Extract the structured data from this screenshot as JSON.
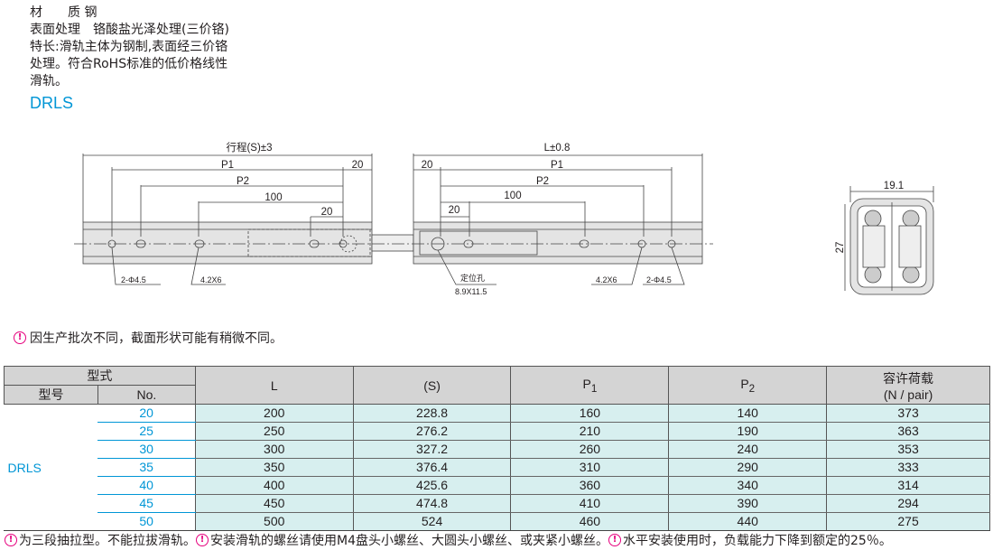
{
  "spec": {
    "material": "材　　质 钢",
    "surface": "表面处理　铬酸盐光泽处理(三价铬)",
    "feature_line1": "特长:滑轨主体为钢制,表面经三价铬",
    "feature_line2": "处理。符合RoHS标准的低价格线性",
    "feature_line3": "滑轨。"
  },
  "series_title": "DRLS",
  "drawing": {
    "stroke_label": "行程(S)±3",
    "length_label": "L±0.8",
    "p1": "P1",
    "p2": "P2",
    "dim_20a": "20",
    "dim_20b": "20",
    "dim_20c": "20",
    "dim_20d": "20",
    "dim_100a": "100",
    "dim_100b": "100",
    "hole_left": "2-Φ4.5",
    "slot_left": "4.2X6",
    "locate_hole": "定位孔",
    "locate_size": "8.9X11.5",
    "slot_right": "4.2X6",
    "hole_right": "2-Φ4.5",
    "section_width": "19.1",
    "section_height": "27"
  },
  "note": "因生产批次不同，截面形状可能有稍微不同。",
  "table": {
    "h_type": "型式",
    "h_model": "型号",
    "h_no": "No.",
    "h_L": "L",
    "h_S": "(S)",
    "h_P1": "P",
    "h_P1_sub": "1",
    "h_P2": "P",
    "h_P2_sub": "2",
    "h_load": "容许荷载",
    "h_load_unit": "(N / pair)",
    "model": "DRLS",
    "rows": [
      {
        "no": "20",
        "L": "200",
        "S": "228.8",
        "P1": "160",
        "P2": "140",
        "load": "373"
      },
      {
        "no": "25",
        "L": "250",
        "S": "276.2",
        "P1": "210",
        "P2": "190",
        "load": "363"
      },
      {
        "no": "30",
        "L": "300",
        "S": "327.2",
        "P1": "260",
        "P2": "240",
        "load": "353"
      },
      {
        "no": "35",
        "L": "350",
        "S": "376.4",
        "P1": "310",
        "P2": "290",
        "load": "333"
      },
      {
        "no": "40",
        "L": "400",
        "S": "425.6",
        "P1": "360",
        "P2": "340",
        "load": "314"
      },
      {
        "no": "45",
        "L": "450",
        "S": "474.8",
        "P1": "410",
        "P2": "390",
        "load": "294"
      },
      {
        "no": "50",
        "L": "500",
        "S": "524",
        "P1": "460",
        "P2": "440",
        "load": "275"
      }
    ]
  },
  "footer": {
    "n1": "为三段抽拉型。不能拉拔滑轨。",
    "n2": "安装滑轨的螺丝请使用M4盘头小螺丝、大圆头小螺丝、或夹紧小螺丝。",
    "n3": "水平安装使用时，负载能力下降到额定的25％。"
  },
  "colors": {
    "accent": "#0096d6",
    "warning": "#e6007e",
    "row_fill": "#d7efef",
    "header_fill": "#d4d4d4"
  }
}
